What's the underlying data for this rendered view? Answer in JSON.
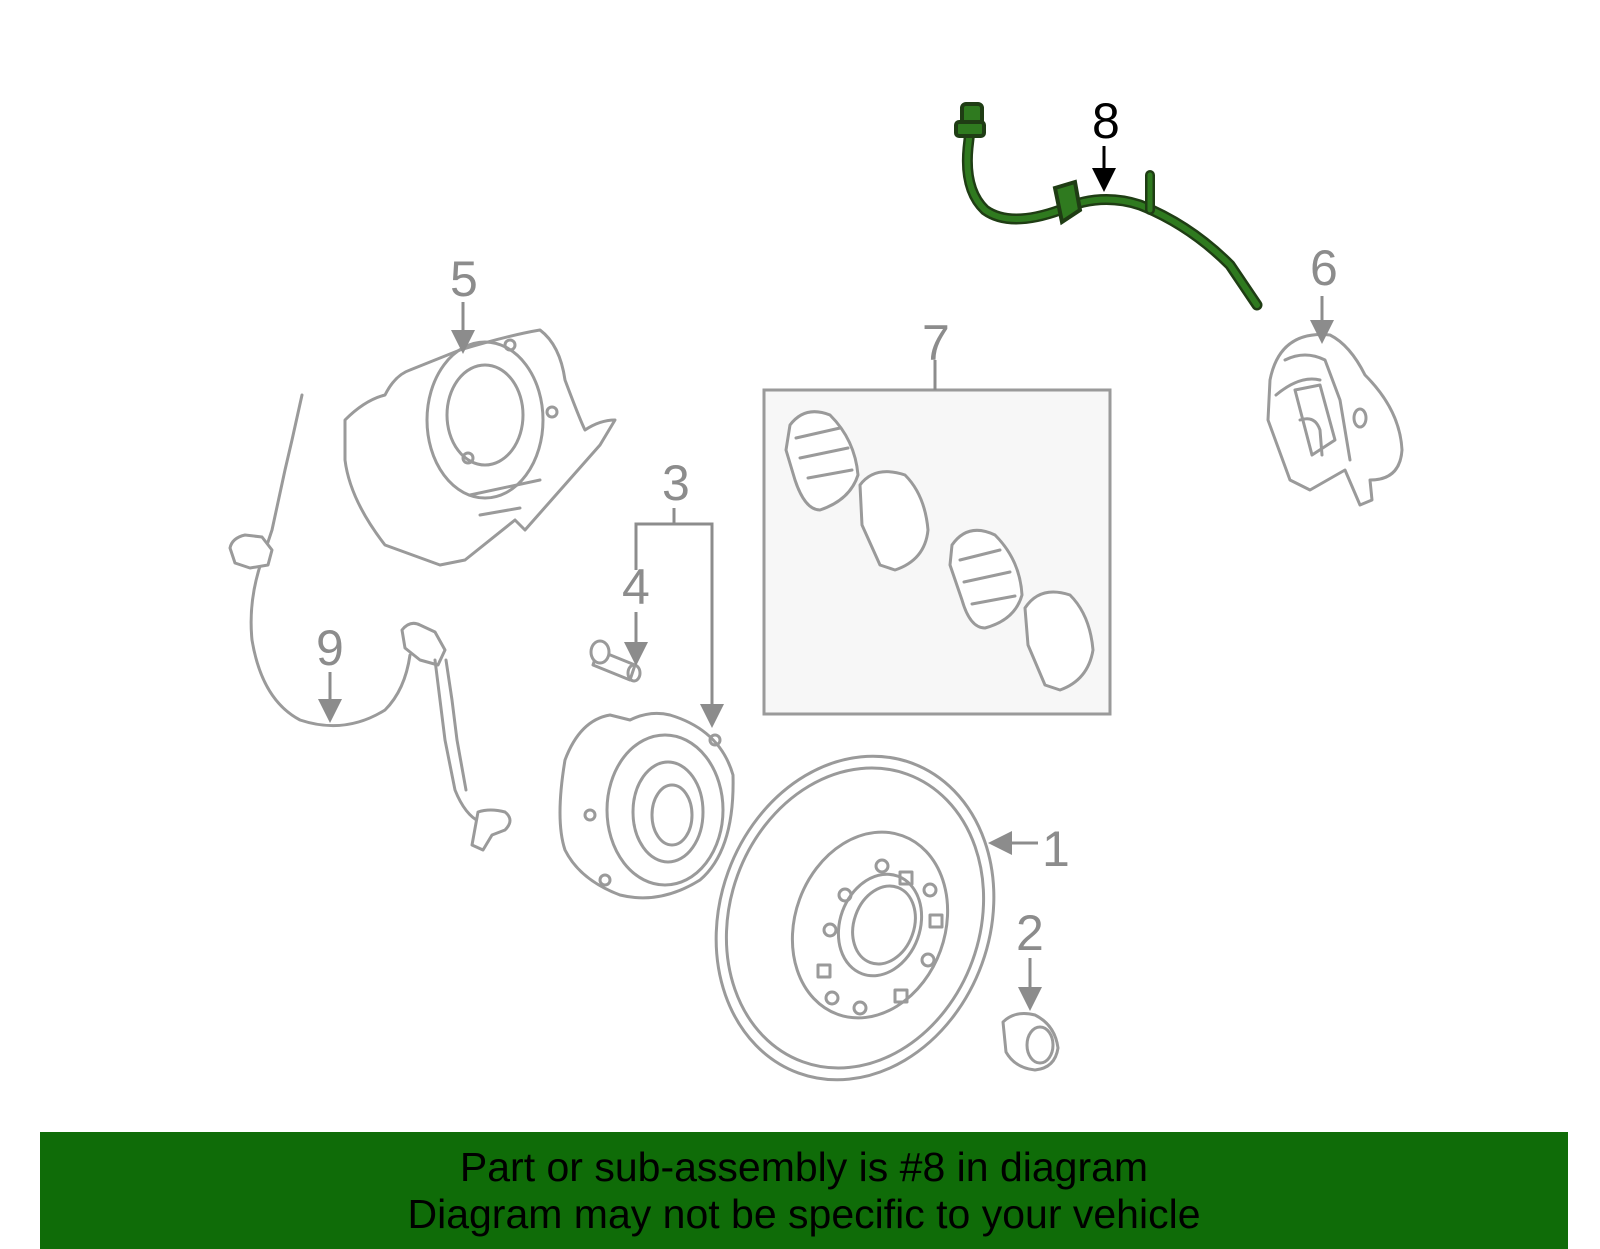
{
  "callouts": {
    "c1": "1",
    "c2": "2",
    "c3": "3",
    "c4": "4",
    "c5": "5",
    "c6": "6",
    "c7": "7",
    "c8": "8",
    "c9": "9"
  },
  "highlighted_part": "8",
  "colors": {
    "highlight": "#2f7a1f",
    "banner": "#0f6c08",
    "parts": "#9a9a9a"
  },
  "banner": {
    "line1": "Part or sub-assembly is #8 in diagram",
    "line2": "Diagram may not be specific to your vehicle"
  }
}
